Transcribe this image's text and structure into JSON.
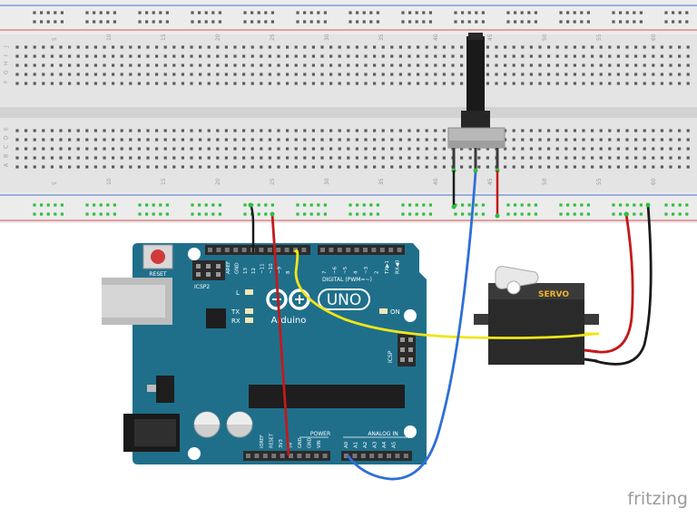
{
  "breadboard": {
    "row_letters_top": [
      "J",
      "I",
      "H",
      "G",
      "F"
    ],
    "row_letters_bottom": [
      "E",
      "D",
      "C",
      "B",
      "A"
    ],
    "column_numbers_top": [
      "5",
      "10",
      "15",
      "20",
      "25",
      "30",
      "35",
      "40",
      "45",
      "50",
      "55",
      "60"
    ],
    "column_numbers_bottom": [
      "5",
      "10",
      "15",
      "20",
      "25",
      "30",
      "35",
      "40",
      "45",
      "50",
      "55",
      "60"
    ]
  },
  "arduino": {
    "brand": "Arduino",
    "model": "UNO",
    "reset_label": "RESET",
    "icsp2_label": "ICSP2",
    "icsp_label": "ICSP",
    "led_l_label": "L",
    "tx_label": "TX",
    "rx_label": "RX",
    "on_label": "ON",
    "digital_label": "DIGITAL (PWM=~)",
    "power_label": "POWER",
    "analog_label": "ANALOG IN",
    "header_top_labels": [
      "AREF",
      "GND",
      "13",
      "12",
      "~11",
      "~10",
      "~9",
      "8"
    ],
    "header_top2_labels": [
      "7",
      "~6",
      "~5",
      "4",
      "~3",
      "2",
      "TX▶1",
      "RX◀0"
    ],
    "power_pin_labels": [
      "IOREF",
      "RESET",
      "3V3",
      "5V",
      "GND",
      "GND",
      "VIN"
    ],
    "analog_pin_labels": [
      "A0",
      "A1",
      "A2",
      "A3",
      "A4",
      "A5"
    ]
  },
  "servo": {
    "label": "SERVO"
  },
  "watermark": "fritzing",
  "colors": {
    "board": "#1f6f8b",
    "breadboard": "#e3e3e3",
    "rail_red": "#d9534f",
    "rail_blue": "#4a6fd1",
    "wire_red": "#c21a1a",
    "wire_black": "#1a1a1a",
    "wire_blue": "#2f6fd6",
    "wire_yellow": "#f0e51a",
    "servo_label": "#f0b429"
  }
}
